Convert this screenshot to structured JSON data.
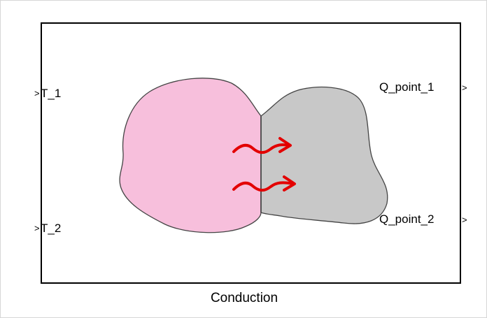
{
  "block": {
    "name": "Conduction"
  },
  "ports": {
    "inputs": [
      {
        "label": "T_1"
      },
      {
        "label": "T_2"
      }
    ],
    "outputs": [
      {
        "label": "Q_point_1"
      },
      {
        "label": "Q_point_2"
      }
    ]
  },
  "icon": {
    "hot_body_color": "#f7bfdc",
    "cold_body_color": "#c8c8c8",
    "heat_arrow_color": "#e30000",
    "outline_color": "#444444",
    "heat_arrow_icon": "wavy-arrow-icon"
  }
}
